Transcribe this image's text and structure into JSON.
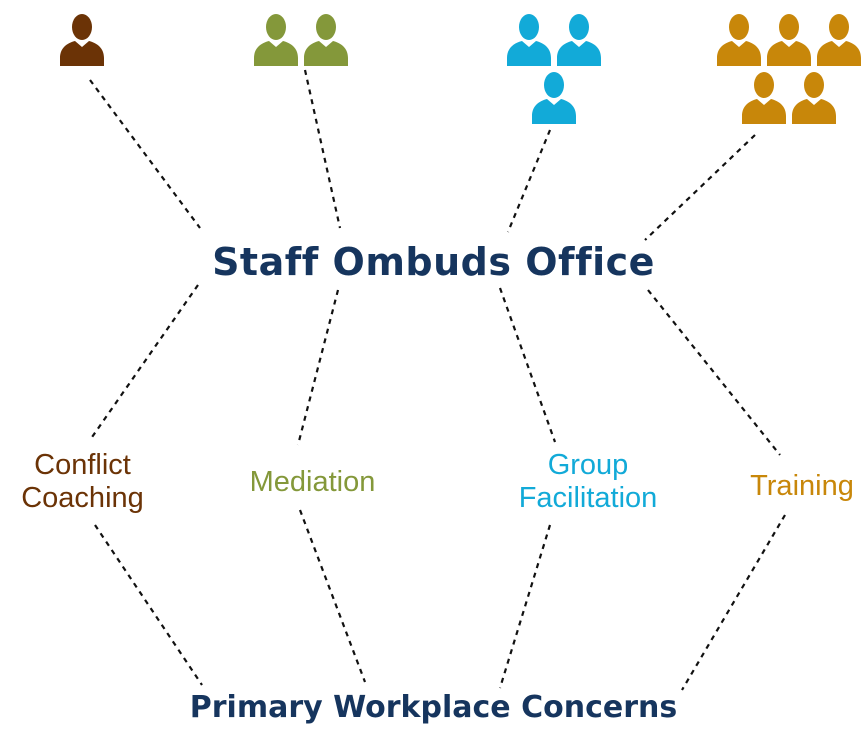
{
  "center_title": "Staff Ombuds Office",
  "bottom_title": "Primary Workplace Concerns",
  "services": [
    {
      "id": "conflict-coaching",
      "lines": [
        "Conflict",
        "Coaching"
      ],
      "color": "#6b3306",
      "people": 1
    },
    {
      "id": "mediation",
      "lines": [
        "Mediation"
      ],
      "color": "#84983a",
      "people": 2
    },
    {
      "id": "group-facilitation",
      "lines": [
        "Group",
        "Facilitation"
      ],
      "color": "#12aad8",
      "people": 3
    },
    {
      "id": "training",
      "lines": [
        "Training"
      ],
      "color": "#c8870a",
      "people": 5
    }
  ],
  "icons": {
    "person": "person-icon"
  }
}
